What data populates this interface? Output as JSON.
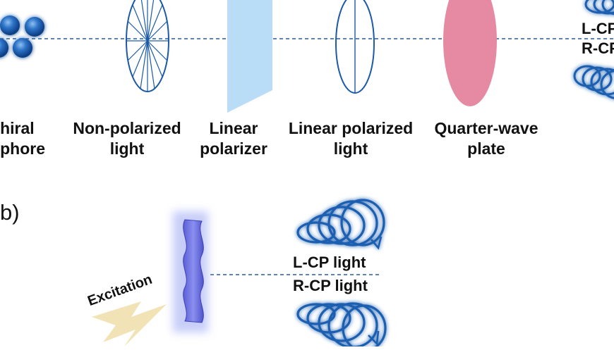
{
  "panel_a": {
    "labels": [
      {
        "line1": "chiral",
        "line2": "nophore"
      },
      {
        "line1": "Non-polarized",
        "line2": "light"
      },
      {
        "line1": "Linear",
        "line2": "polarizer"
      },
      {
        "line1": "Linear polarized",
        "line2": "light"
      },
      {
        "line1": "Quarter-wave",
        "line2": "plate"
      }
    ],
    "cp_top": "L-CP",
    "cp_bottom": "R-CP"
  },
  "panel_b": {
    "section_label": "b)",
    "excitation": "Excitation",
    "cp_top": "L-CP light",
    "cp_bottom": "R-CP light"
  },
  "colors": {
    "sphere": "#1f5fb3",
    "ellipse_stroke": "#1b5aa6",
    "polarizer": "#b9dcf7",
    "quarter_wave": "#e68aa3",
    "emitter": "#6f74e0",
    "bolt": "#f1e3b6",
    "dash": "#2a5c99"
  }
}
